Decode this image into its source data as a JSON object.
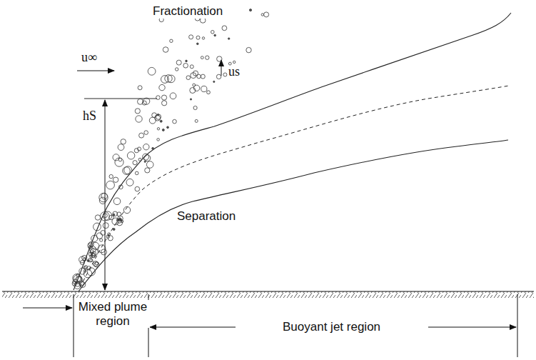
{
  "diagram": {
    "labels": [
      "Fractionation",
      "u∞",
      "us",
      "hS",
      "Separation",
      "Mixed plume region",
      "Buoyant jet region"
    ]
  }
}
